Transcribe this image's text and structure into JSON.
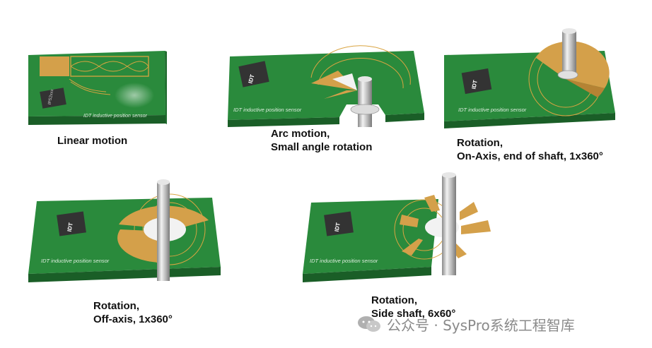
{
  "pcb_label": "IDT inductive position sensor",
  "chip_label": "IPS2xxx",
  "chip_brand": "IDT",
  "captions": {
    "linear": [
      "Linear motion"
    ],
    "arc": [
      "Arc motion,",
      "Small angle rotation"
    ],
    "onaxis": [
      "Rotation,",
      "On-Axis, end of shaft, 1x360°"
    ],
    "offaxis": [
      "Rotation,",
      "Off-axis, 1x360°"
    ],
    "sideshaft": [
      "Rotation,",
      "Side shaft, 6x60°"
    ]
  },
  "watermark": "公众号 · SysPro系统工程智库",
  "colors": {
    "pcb": "#2a8a3c",
    "pcb_edge": "#1a5e27",
    "copper": "#d9a441",
    "target_gold": "#d4a04a",
    "chip": "#333333"
  }
}
